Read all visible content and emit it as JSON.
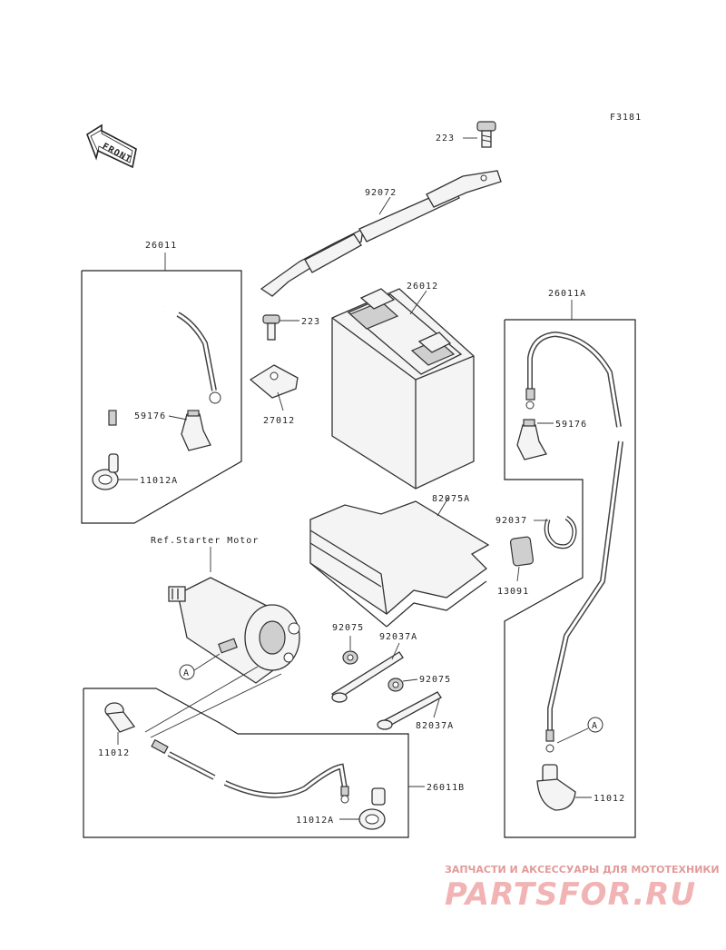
{
  "figure_code": "F3181",
  "front_label": "FRONT",
  "callouts": {
    "p223_top": "223",
    "p92072": "92072",
    "p26011": "26011",
    "p26012": "26012",
    "p26011A": "26011A",
    "p223_mid": "223",
    "p27012": "27012",
    "p59176_left": "59176",
    "p59176_right": "59176",
    "p11012A_left": "11012A",
    "p82075A": "82075A",
    "p92037": "92037",
    "p13091": "13091",
    "ref_starter": "Ref.Starter Motor",
    "p92075_a": "92075",
    "p92037A_a": "92037A",
    "p92075_b": "92075",
    "p82037A": "82037A",
    "ref_a_motor": "A",
    "ref_a_cable": "A",
    "p11012_left": "11012",
    "p26011B": "26011B",
    "p11012A_bottom": "11012A",
    "p11012_right": "11012"
  },
  "watermark": {
    "tagline": "ЗАПЧАСТИ И АКСЕССУАРЫ ДЛЯ МОТОТЕХНИКИ",
    "logo": "PARTSFOR.RU"
  }
}
